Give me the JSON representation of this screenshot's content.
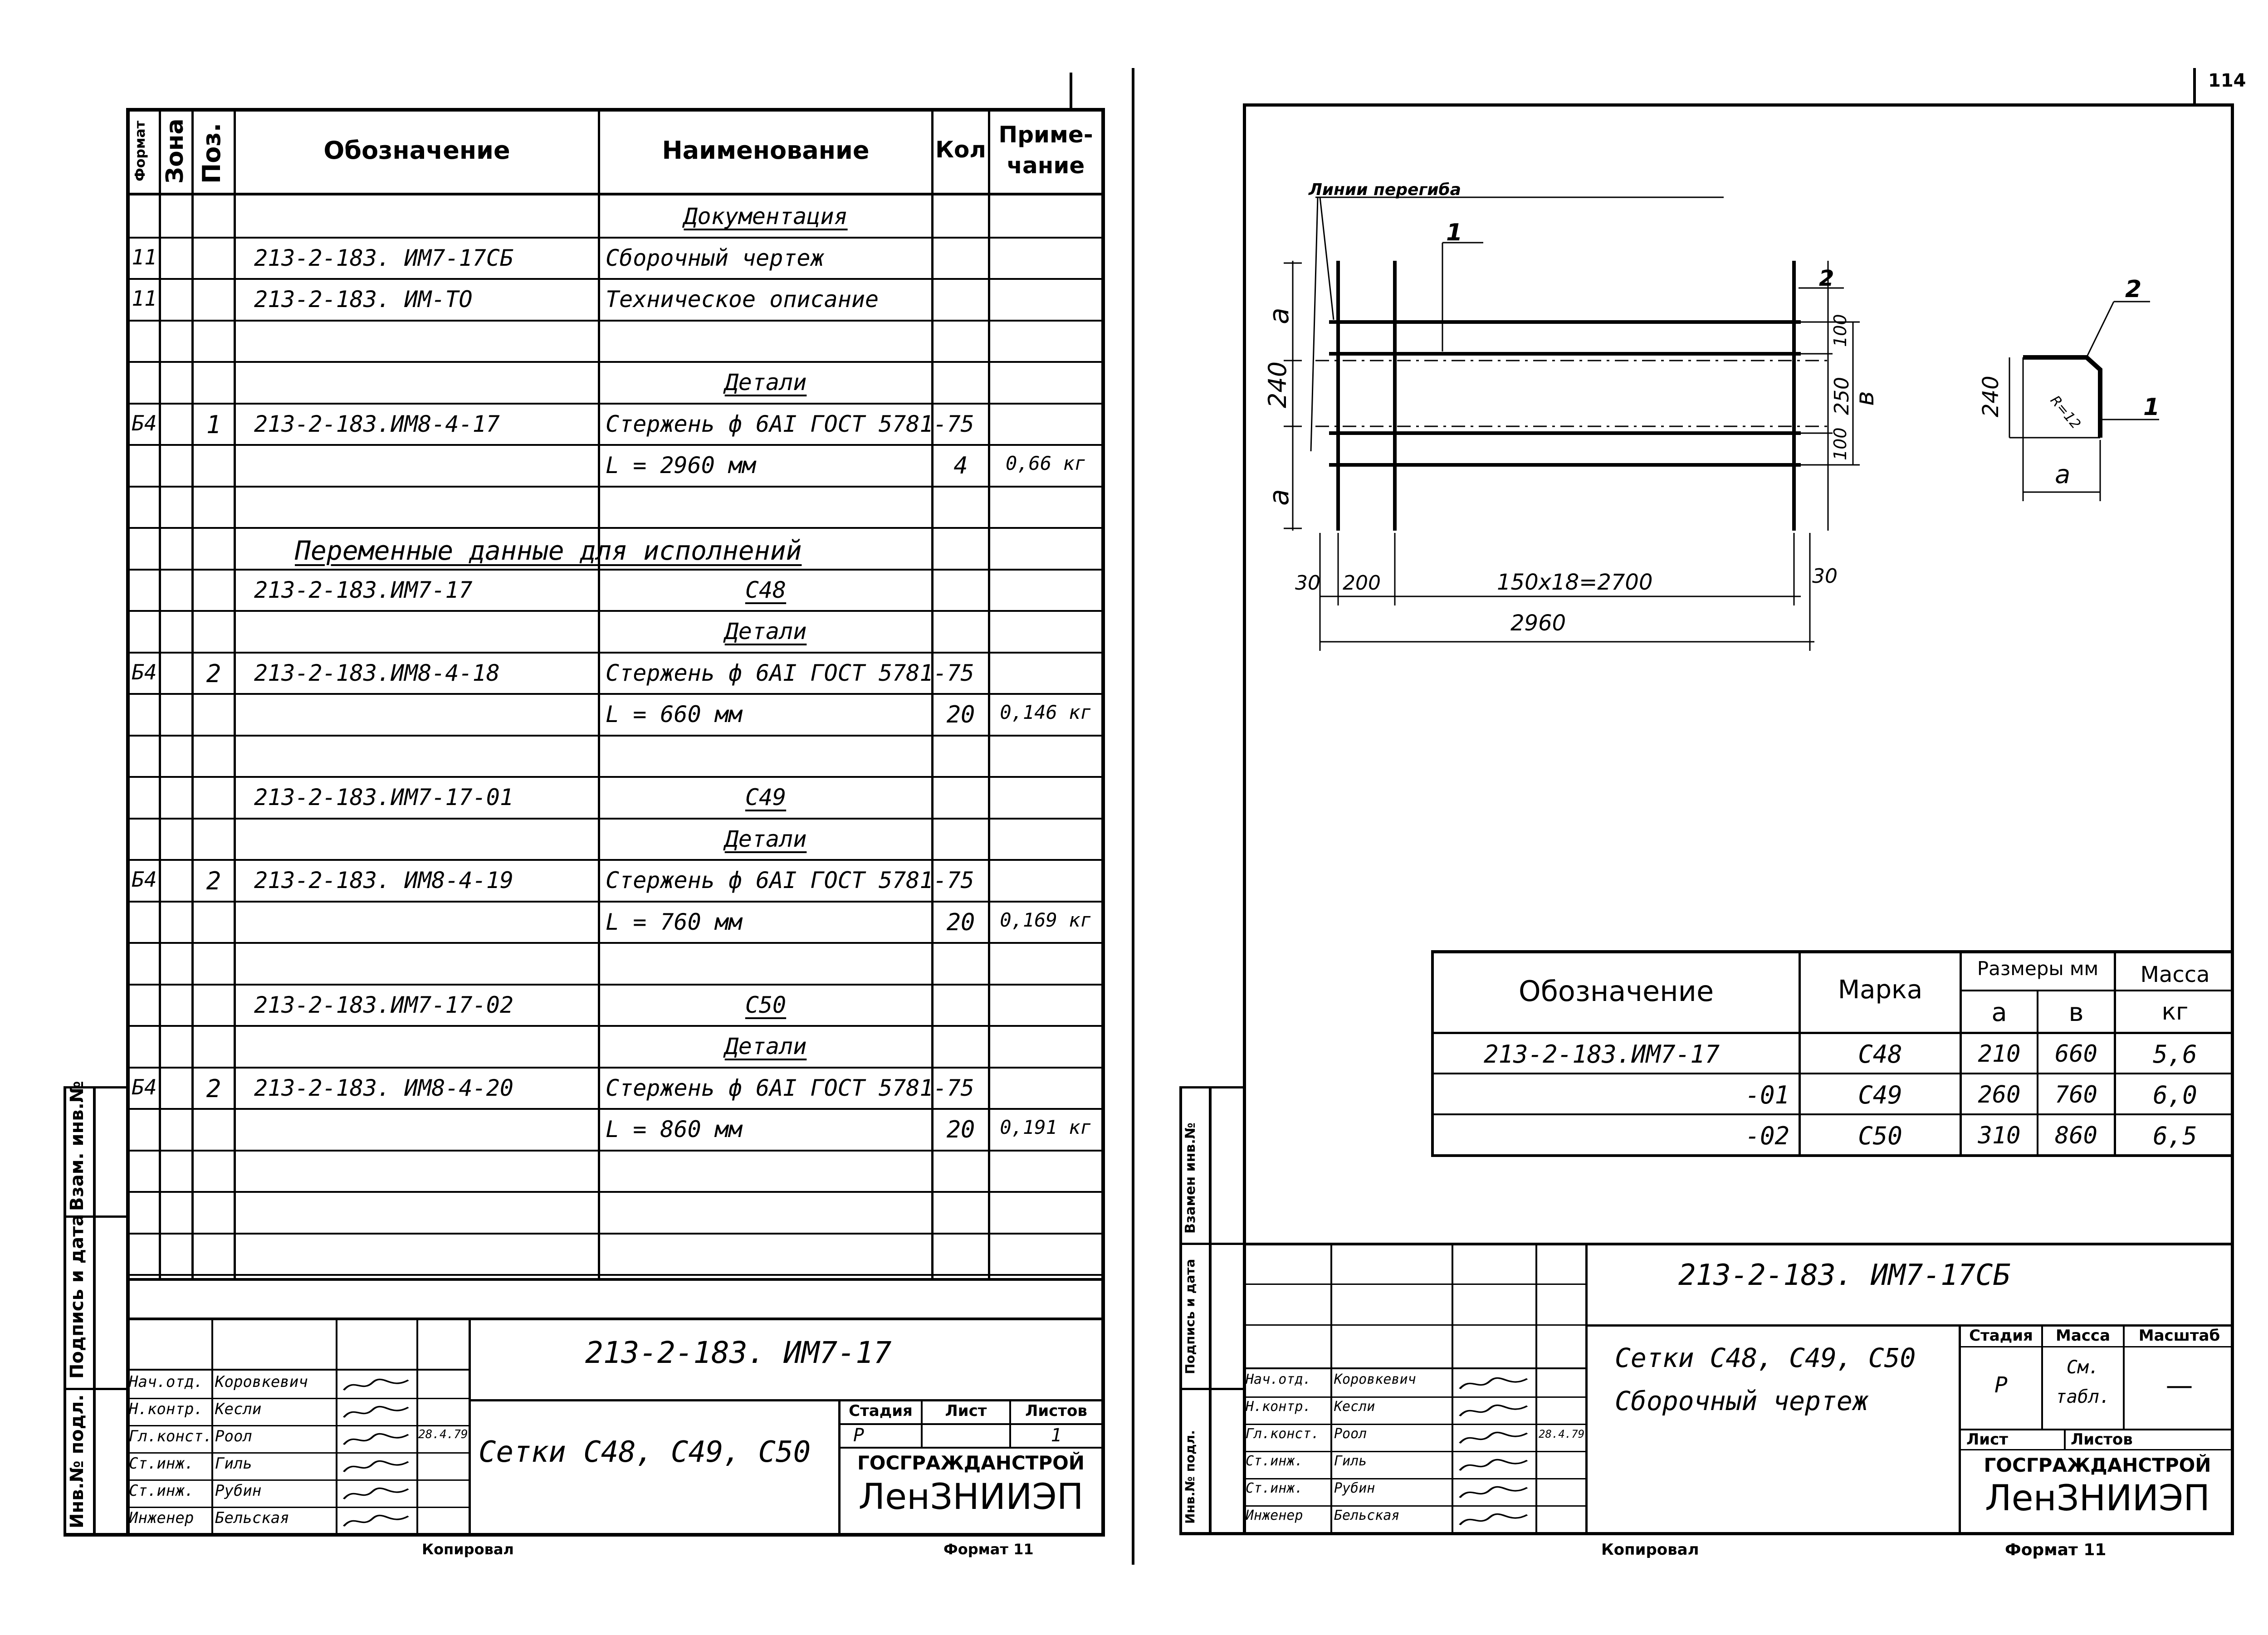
{
  "left_sheet": {
    "headers": {
      "format": "Формат",
      "zone": "Зона",
      "pos": "Поз.",
      "designation": "Обозначение",
      "name": "Наименование",
      "qty": "Кол",
      "note_line1": "Приме-",
      "note_line2": "чание"
    },
    "rows": [
      {
        "fmt": "",
        "pos": "",
        "designation": "",
        "name": "Документация",
        "qty": "",
        "note": "",
        "heading": true
      },
      {
        "fmt": "11",
        "pos": "",
        "designation": "213-2-183. ИМ7-17СБ",
        "name": "Сборочный чертеж",
        "qty": "",
        "note": ""
      },
      {
        "fmt": "11",
        "pos": "",
        "designation": "213-2-183. ИМ-ТО",
        "name": "Техническое описание",
        "qty": "",
        "note": ""
      },
      {
        "fmt": "",
        "pos": "",
        "designation": "",
        "name": "",
        "qty": "",
        "note": ""
      },
      {
        "fmt": "",
        "pos": "",
        "designation": "",
        "name": "Детали",
        "qty": "",
        "note": "",
        "heading": true
      },
      {
        "fmt": "Б4",
        "pos": "1",
        "designation": "213-2-183.ИМ8-4-17",
        "name": "Стержень ф 6АI ГОСТ 5781-75",
        "qty": "",
        "note": ""
      },
      {
        "fmt": "",
        "pos": "",
        "designation": "",
        "name": "L = 2960 мм",
        "qty": "4",
        "note": "0,66 кг"
      },
      {
        "fmt": "",
        "pos": "",
        "designation": "",
        "name": "",
        "qty": "",
        "note": ""
      },
      {
        "fmt": "",
        "pos": "",
        "designation": "",
        "name": "",
        "qty": "",
        "note": "",
        "span": "Переменные данные для исполнений"
      },
      {
        "fmt": "",
        "pos": "",
        "designation": "213-2-183.ИМ7-17",
        "name": "С48",
        "qty": "",
        "note": "",
        "heading": true
      },
      {
        "fmt": "",
        "pos": "",
        "designation": "",
        "name": "Детали",
        "qty": "",
        "note": "",
        "heading": true
      },
      {
        "fmt": "Б4",
        "pos": "2",
        "designation": "213-2-183.ИМ8-4-18",
        "name": "Стержень ф 6АI ГОСТ 5781-75",
        "qty": "",
        "note": ""
      },
      {
        "fmt": "",
        "pos": "",
        "designation": "",
        "name": "L = 660 мм",
        "qty": "20",
        "note": "0,146 кг"
      },
      {
        "fmt": "",
        "pos": "",
        "designation": "",
        "name": "",
        "qty": "",
        "note": ""
      },
      {
        "fmt": "",
        "pos": "",
        "designation": "213-2-183.ИМ7-17-01",
        "name": "С49",
        "qty": "",
        "note": "",
        "heading": true
      },
      {
        "fmt": "",
        "pos": "",
        "designation": "",
        "name": "Детали",
        "qty": "",
        "note": "",
        "heading": true
      },
      {
        "fmt": "Б4",
        "pos": "2",
        "designation": "213-2-183. ИМ8-4-19",
        "name": "Стержень ф 6АI ГОСТ 5781-75",
        "qty": "",
        "note": ""
      },
      {
        "fmt": "",
        "pos": "",
        "designation": "",
        "name": "L = 760 мм",
        "qty": "20",
        "note": "0,169 кг"
      },
      {
        "fmt": "",
        "pos": "",
        "designation": "",
        "name": "",
        "qty": "",
        "note": ""
      },
      {
        "fmt": "",
        "pos": "",
        "designation": "213-2-183.ИМ7-17-02",
        "name": "С50",
        "qty": "",
        "note": "",
        "heading": true
      },
      {
        "fmt": "",
        "pos": "",
        "designation": "",
        "name": "Детали",
        "qty": "",
        "note": "",
        "heading": true
      },
      {
        "fmt": "Б4",
        "pos": "2",
        "designation": "213-2-183. ИМ8-4-20",
        "name": "Стержень ф 6АI ГОСТ 5781-75",
        "qty": "",
        "note": ""
      },
      {
        "fmt": "",
        "pos": "",
        "designation": "",
        "name": "L = 860 мм",
        "qty": "20",
        "note": "0,191 кг"
      },
      {
        "fmt": "",
        "pos": "",
        "designation": "",
        "name": "",
        "qty": "",
        "note": ""
      },
      {
        "fmt": "",
        "pos": "",
        "designation": "",
        "name": "",
        "qty": "",
        "note": ""
      },
      {
        "fmt": "",
        "pos": "",
        "designation": "",
        "name": "",
        "qty": "",
        "note": ""
      }
    ],
    "side_labels": [
      "Инв.№ подл.",
      "Подпись и дата",
      "Взам. инв.№"
    ],
    "title_block": {
      "code": "213-2-183. ИМ7-17",
      "title": "Сетки С48, С49, С50",
      "stage_label": "Стадия",
      "sheet_label": "Лист",
      "sheets_label": "Листов",
      "stage": "Р",
      "sheets": "1",
      "org1": "ГОСГРАЖДАНСТРОЙ",
      "org2": "ЛенЗНИИЭП",
      "people": [
        {
          "role": "Нач.отд.",
          "name": "Коровкевич"
        },
        {
          "role": "Н.контр.",
          "name": "Кесли"
        },
        {
          "role": "Гл.конст.",
          "name": "Роол"
        },
        {
          "role": "Ст.инж.",
          "name": "Гиль"
        },
        {
          "role": "Ст.инж.",
          "name": "Рубин"
        },
        {
          "role": "Инженер",
          "name": "Бельская"
        }
      ],
      "date": "28.4.79"
    },
    "footer_left": "Копировал",
    "footer_right": "Формат 11"
  },
  "right_sheet": {
    "sheet_number": "114",
    "drawing": {
      "bend_lines_label": "Линии перегиба",
      "pos1": "1",
      "pos2": "2",
      "dim_a": "а",
      "dim_b": "в",
      "dim_240": "240",
      "dim_100_top": "100",
      "dim_250": "250",
      "dim_100_bottom": "100",
      "dim_30_left": "30",
      "dim_200": "200",
      "dim_pitch": "150х18=2700",
      "dim_30_right": "30",
      "dim_total": "2960",
      "detail_240": "240",
      "detail_radius": "R=12",
      "detail_a": "а"
    },
    "table": {
      "headers": {
        "designation": "Обозначение",
        "mark": "Марка",
        "sizes": "Размеры мм",
        "a": "а",
        "b": "в",
        "mass": "Масса",
        "mass_unit": "кг"
      },
      "rows": [
        {
          "designation": "213-2-183.ИМ7-17",
          "mark": "С48",
          "a": "210",
          "b": "660",
          "mass": "5,6"
        },
        {
          "designation": "-01",
          "mark": "С49",
          "a": "260",
          "b": "760",
          "mass": "6,0"
        },
        {
          "designation": "-02",
          "mark": "С50",
          "a": "310",
          "b": "860",
          "mass": "6,5"
        }
      ]
    },
    "side_labels": [
      "Инв.№ подл.",
      "Подпись и дата",
      "Взамен инв.№"
    ],
    "title_block": {
      "code": "213-2-183. ИМ7-17СБ",
      "title_line1": "Сетки С48, С49, С50",
      "title_line2": "Сборочный чертеж",
      "stage_label": "Стадия",
      "mass_label": "Масса",
      "scale_label": "Масштаб",
      "stage": "Р",
      "mass_line1": "См.",
      "mass_line2": "табл.",
      "scale": "—",
      "sheet_label": "Лист",
      "sheets_label": "Листов",
      "org1": "ГОСГРАЖДАНСТРОЙ",
      "org2": "ЛенЗНИИЭП",
      "people": [
        {
          "role": "Нач.отд.",
          "name": "Коровкевич"
        },
        {
          "role": "Н.контр.",
          "name": "Кесли"
        },
        {
          "role": "Гл.конст.",
          "name": "Роол"
        },
        {
          "role": "Ст.инж.",
          "name": "Гиль"
        },
        {
          "role": "Ст.инж.",
          "name": "Рубин"
        },
        {
          "role": "Инженер",
          "name": "Бельская"
        }
      ],
      "date": "28.4.79"
    },
    "footer_left": "Копировал",
    "footer_right": "Формат 11"
  }
}
